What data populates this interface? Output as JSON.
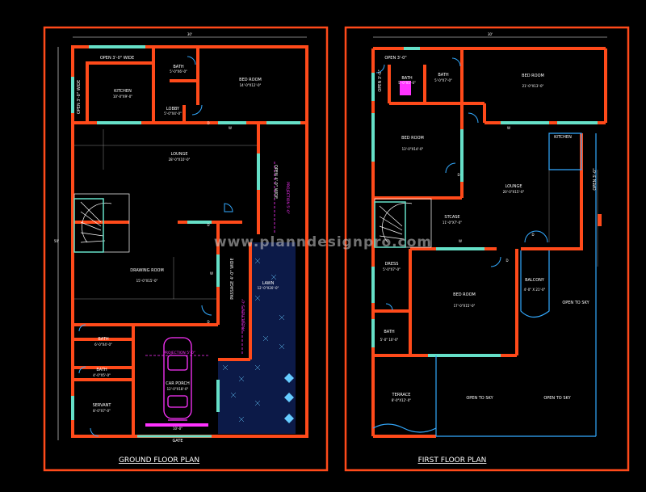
{
  "watermark": "www.planndesignpro.com",
  "colors": {
    "background": "#000000",
    "wall": "#ff4a1a",
    "window": "#66e0c8",
    "door": "#33aaff",
    "frame": "#ff4a1a",
    "car": "#ff33ff"
  },
  "ground": {
    "title": "GROUND FLOOR PLAN",
    "width_dim": "30'",
    "depth_dim": "50'",
    "open_top": "OPEN  3'-0\" WIDE",
    "open_left": "OPEN  3'-0\" WIDE",
    "kitchen": {
      "name": "KITCHEN",
      "size": "10'-0\"X9'-0\""
    },
    "bath_top": {
      "name": "BATH",
      "size": "5'-0\"X6'-0\""
    },
    "lobby": {
      "name": "LOBBY",
      "size": "5'-0\"X4'-0\""
    },
    "bedroom": {
      "name": "BED ROOM",
      "size": "14'-0\"X12'-0\""
    },
    "lounge": {
      "name": "LOUNGE",
      "size": "28'-0\"X10'-0\""
    },
    "open_right": "OPEN  4'-0\" WIDE",
    "projection_1": "PROJECTION  5'-0\"",
    "drawing": {
      "name": "DRAWING ROOM",
      "size": "15'-0\"X15'-0\""
    },
    "passage": "PASSAGE  4'-0\" WIDE",
    "lawn": {
      "name": "LAWN",
      "size": "12'-0\"X20'-0\""
    },
    "projection_2": "PROJECTION  5'-0\"",
    "projection_3": "PROJECTION  5'-0\"",
    "bath_mid": {
      "name": "BATH",
      "size": "6'-0\"X4'-0\""
    },
    "bath_low": {
      "name": "BATH",
      "size": "4'-0\"X5'-0\""
    },
    "servant": {
      "name": "SERVANT",
      "size": "8'-0\"X7'-0\""
    },
    "car_porch": {
      "name": "CAR PORCH",
      "size": "12'-0\"X18'-0\""
    },
    "gate": "GATE",
    "gate_dim": "10'-0\"",
    "door_label": "D",
    "window_label": "W"
  },
  "first": {
    "title": "FIRST FLOOR PLAN",
    "width_dim": "30'",
    "open_top": "OPEN  3'-0\"",
    "open_left": "OPEN  3'-0\"",
    "bath_1": {
      "name": "BATH",
      "size": "5'-0\"X5'-0\""
    },
    "bath_2": {
      "name": "BATH",
      "size": "5'-0\"X7'-0\""
    },
    "bed_top": {
      "name": "BED ROOM",
      "size": "21'-0\"X13'-0\""
    },
    "bed_left": {
      "name": "BED ROOM",
      "size": "13'-0\"X14'-0\""
    },
    "kitchen": "KITCHEN",
    "lounge": {
      "name": "LOUNGE",
      "size": "20'-0\"X15'-0\""
    },
    "open_right": "OPEN  3'-0\"",
    "stcase": {
      "name": "STCASE",
      "size": "11'-0\"X7'-0\""
    },
    "dress": {
      "name": "DRESS",
      "size": "5'-0\"X7'-0\""
    },
    "bed_mid": {
      "name": "BED ROOM",
      "size": "17'-0\"X15'-0\""
    },
    "balcony": {
      "name": "BALCONY",
      "size": "4'-0\" X 21'-0\""
    },
    "open_sky_1": "OPEN TO SKY",
    "bath_3": {
      "name": "BATH",
      "size": "5'-0\" 10'-0\""
    },
    "terrace": {
      "name": "TERRACE",
      "size": "8'-0\"X12'-0\""
    },
    "open_sky_2": "OPEN TO SKY",
    "open_sky_3": "OPEN TO SKY",
    "door_label": "D",
    "window_label": "W"
  }
}
